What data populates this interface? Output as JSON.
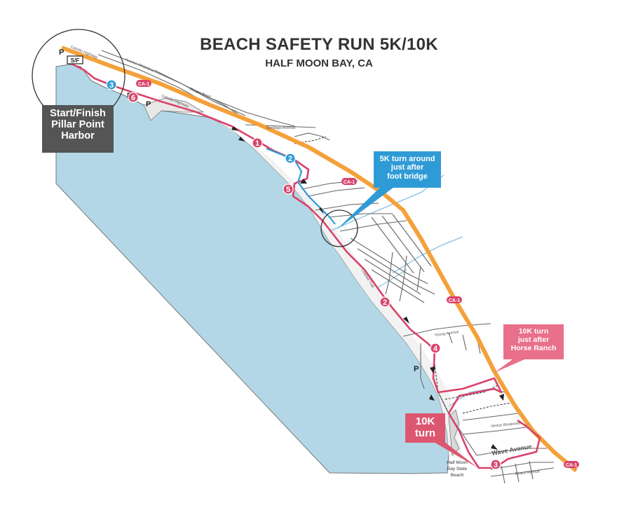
{
  "title": "BEACH SAFETY RUN 5K/10K",
  "subtitle": "HALF MOON BAY, CA",
  "callouts": {
    "start_finish": [
      "Start/Finish",
      "Pillar Point",
      "Harbor"
    ],
    "turn_5k": [
      "5K turn around",
      "just after",
      "foot bridge"
    ],
    "turn_10k_horse": [
      "10K turn",
      "just after",
      "Horse Ranch"
    ],
    "turn_10k_beach": [
      "10K",
      "turn"
    ]
  },
  "markers_5k": [
    "3",
    "2"
  ],
  "markers_10k": [
    "6",
    "1",
    "5",
    "2",
    "4",
    "3"
  ],
  "highway_badge": "CA-1",
  "start_finish_badge": "S/F",
  "parking_symbol": "P",
  "street_labels": {
    "cabrillo_highway": "Cabrillo Highway",
    "avenue_alhambra": "Avenue Alhambra",
    "obispo_road": "Obispo Road",
    "santiago_avenue": "Santiago Avenue",
    "coastal_trail": "Coastal Trail",
    "young_avenue": "Young Avenue",
    "venice_boulevard": "Venice Boulevard",
    "wave_avenue": "Wave Avenue",
    "beach_avenue": "Beach Avenue",
    "half_moon_bay_state_beach": [
      "Half Moon",
      "Bay State",
      "Beach"
    ]
  },
  "colors": {
    "water": "#b3d7e6",
    "highway": "#f4a13a",
    "route_10k": "#d9436a",
    "marker_5k": "#2f9bd6",
    "start_box": "#555555",
    "turn_5k": "#2f9bd6",
    "turn_10k_horse": "#e9708a",
    "turn_10k_beach": "#dd5670"
  }
}
